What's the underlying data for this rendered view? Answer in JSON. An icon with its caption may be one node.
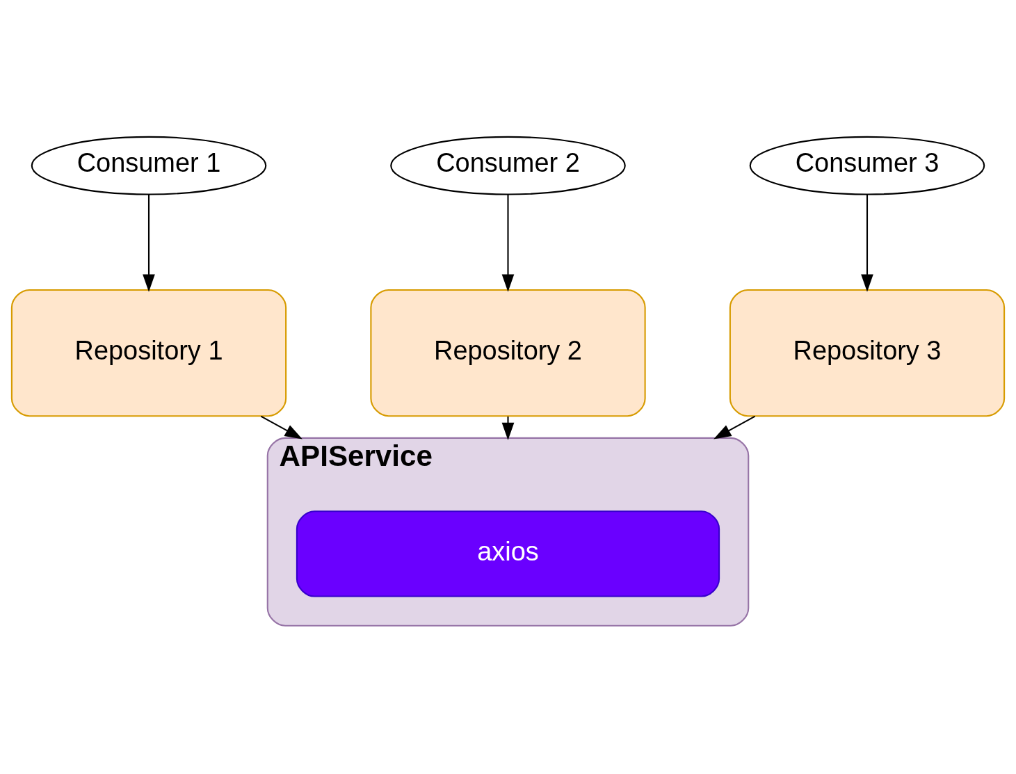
{
  "diagram": {
    "nodes": [
      {
        "text": [
          "Consumer 1"
        ]
      },
      {
        "text": [
          "Consumer 2"
        ]
      },
      {
        "text": [
          "Consumer 3"
        ]
      },
      {
        "text": [
          "Repository 1"
        ]
      },
      {
        "text": [
          "Repository 2"
        ]
      },
      {
        "text": [
          "Repository 3"
        ]
      },
      {
        "text": [
          "APIService"
        ]
      },
      {
        "text": [
          "axios"
        ],
        "in": 6
      }
    ],
    "edges": [
      {
        "from": 0,
        "to": 3,
        "arrow": "to"
      },
      {
        "from": 1,
        "to": 4,
        "arrow": "to"
      },
      {
        "from": 2,
        "to": 5,
        "arrow": "to"
      },
      {
        "from": 3,
        "to": 6,
        "arrow": "to"
      },
      {
        "from": 4,
        "to": 6,
        "arrow": "to"
      },
      {
        "from": 5,
        "to": 6,
        "arrow": "to"
      }
    ]
  }
}
